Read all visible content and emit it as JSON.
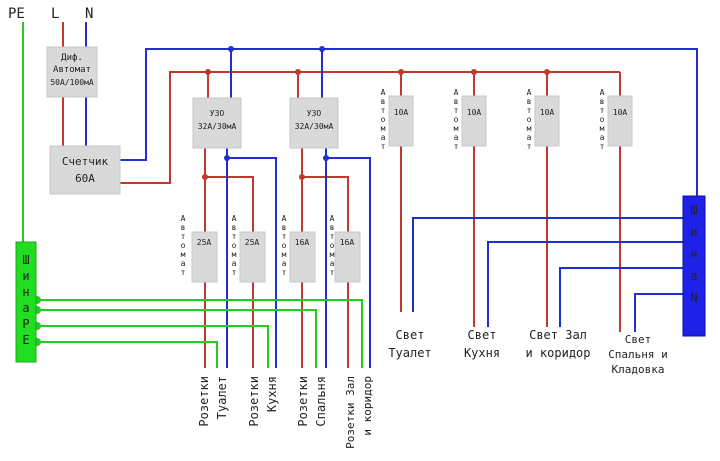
{
  "top_labels": {
    "pe": "PE",
    "l": "L",
    "n": "N"
  },
  "main_breaker": {
    "line1": "Диф.",
    "line2": "Автомат",
    "line3": "50А/100мА"
  },
  "meter": {
    "line1": "Счетчик",
    "line2": "60А"
  },
  "rcd": [
    {
      "line1": "УЗО",
      "line2": "32А/30мА"
    },
    {
      "line1": "УЗО",
      "line2": "32А/30мА"
    }
  ],
  "breaker_word": "Автомат",
  "upper_breakers": [
    {
      "rating": "10А"
    },
    {
      "rating": "10А"
    },
    {
      "rating": "10А"
    },
    {
      "rating": "10А"
    }
  ],
  "lower_breakers": [
    {
      "rating": "25А"
    },
    {
      "rating": "25А"
    },
    {
      "rating": "16А"
    },
    {
      "rating": "16А"
    }
  ],
  "bus_n": {
    "letters": [
      "Ш",
      "и",
      "н",
      "а",
      "N"
    ]
  },
  "bus_pe": {
    "letters": [
      "Ш",
      "и",
      "н",
      "а",
      "P",
      "E"
    ]
  },
  "light_circuits": [
    {
      "line1": "Свет",
      "line2": "Туалет"
    },
    {
      "line1": "Свет",
      "line2": "Кухня"
    },
    {
      "line1": "Свет Зал",
      "line2": "и коридор"
    },
    {
      "line1": "Свет",
      "line2": "Спальня и",
      "line3": "Кладовка"
    }
  ],
  "socket_circuits": [
    {
      "line1": "Розетки",
      "line2": "Туалет"
    },
    {
      "line1": "Розетки",
      "line2": "Кухня"
    },
    {
      "line1": "Розетки",
      "line2": "Спальня"
    },
    {
      "line1": "Розетки Зал",
      "line2": "и коридор"
    }
  ],
  "colors": {
    "phase": "#c0392b",
    "neutral": "#1f2fd0",
    "ground": "#22cc22",
    "bus_n": "#1e22e8",
    "bus_pe": "#22dd22",
    "box": "#d9d9d9"
  }
}
